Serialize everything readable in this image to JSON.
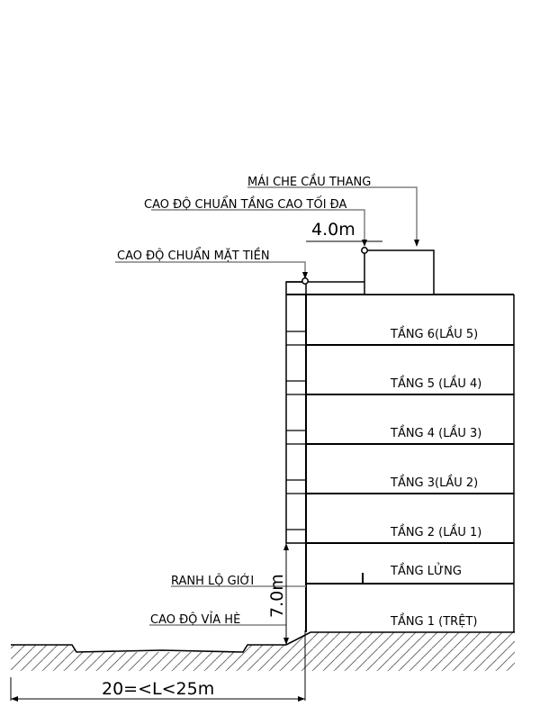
{
  "labels": {
    "stair_roof": "MÁI CHE CẦU THANG",
    "max_height_ref": "CAO ĐỘ CHUẨN TẦNG CAO TỐI ĐA",
    "facade_height_ref": "CAO ĐỘ CHUẨN MẶT TIỀN",
    "boundary_line": "RANH LỘ GIỚI",
    "sidewalk_level": "CAO ĐỘ VỈA HÈ"
  },
  "floors": [
    "TẦNG 6(LẦU 5)",
    "TẦNG 5 (LẦU 4)",
    "TẦNG 4 (LẦU 3)",
    "TẦNG 3(LẦU 2)",
    "TẦNG 2 (LẦU 1)",
    "TẦNG LỬNG",
    "TẦNG 1 (TRỆT)"
  ],
  "dimensions": {
    "setback": "4.0m",
    "height": "7.0m",
    "road_width": "20=<L<25m"
  },
  "colors": {
    "line": "#000000",
    "leader": "#808080",
    "hatch": "#707070"
  }
}
